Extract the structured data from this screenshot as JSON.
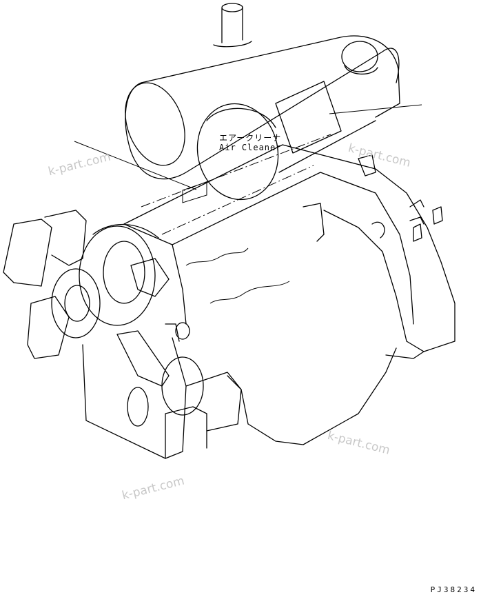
{
  "callout_label": {
    "japanese": "エアークリーナ",
    "english": "Air Cleaner"
  },
  "watermarks": [
    "k-part.com",
    "k-part.com",
    "k-part.com",
    "k-part.com"
  ],
  "drawing_number": "PJ38234"
}
